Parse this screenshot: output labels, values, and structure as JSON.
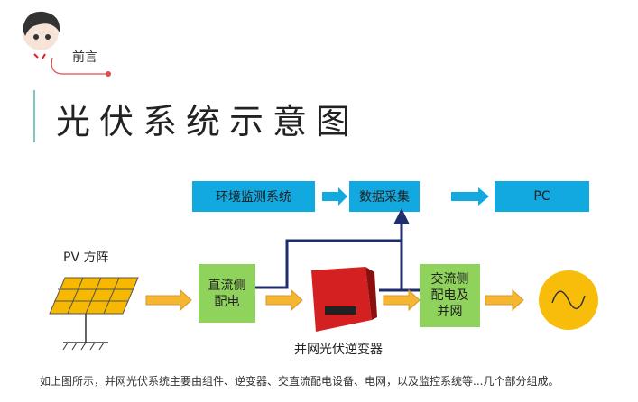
{
  "header": {
    "label": "前言",
    "title": "光伏系统示意图"
  },
  "diagram": {
    "env_monitor": "环境监测系统",
    "data_collect": "数据采集",
    "pc": "PC",
    "pv_label": "PV 方阵",
    "dc_box": "直流侧\n配电",
    "ac_box": "交流侧\n配电及\n并网",
    "inverter_label": "并网光伏逆变器"
  },
  "caption": "如上图所示，并网光伏系统主要由组件、逆变器、交直流配电设备、电网，以及监控系统等...几个部分组成。",
  "colors": {
    "blue": "#12a8e0",
    "green": "#8fd35c",
    "arrow": "#f5b731",
    "line": "#1f2d6b",
    "sun": "#f8bd0a"
  }
}
